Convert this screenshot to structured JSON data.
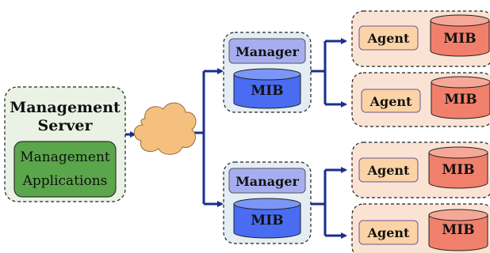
{
  "server": {
    "title_line1": "Management",
    "title_line2": "Server",
    "apps_line1": "Management",
    "apps_line2": "Applications"
  },
  "managers": [
    {
      "label": "Manager",
      "mib": "MIB"
    },
    {
      "label": "Manager",
      "mib": "MIB"
    }
  ],
  "agents": [
    {
      "label": "Agent",
      "mib": "MIB"
    },
    {
      "label": "Agent",
      "mib": "MIB"
    },
    {
      "label": "Agent",
      "mib": "MIB"
    },
    {
      "label": "Agent",
      "mib": "MIB"
    }
  ],
  "colors": {
    "arrow": "#1a2f8f",
    "server_fill": "#e9f2e4",
    "apps_fill": "#5aa64a",
    "manager_group_fill": "#e4edf4",
    "manager_label_fill": "#a7aef0",
    "manager_mib_fill": "#4a6cf2",
    "agent_group_fill": "#fbe3d4",
    "agent_label_fill": "#fbd3a6",
    "agent_mib_fill": "#f0806c",
    "cloud_fill": "#f5c07e"
  }
}
